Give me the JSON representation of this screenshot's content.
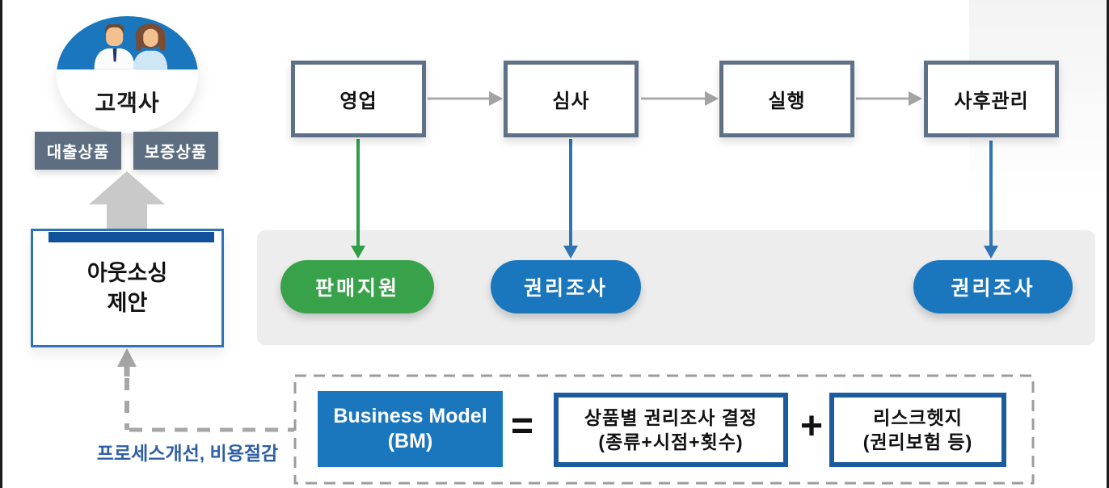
{
  "colors": {
    "blue": "#1a76bd",
    "green": "#38a24a",
    "navy": "#11519a",
    "navy2": "#1b5b9e",
    "slate": "#5d6e82",
    "step-border": "#5f7187",
    "border-blue": "#2e74b5",
    "note-blue": "#2f5fa5",
    "arrow-gray": "#a6a6a6",
    "big-arrow-gray": "#c9c9c9",
    "band-gray": "#ededed"
  },
  "customer": {
    "label": "고객사",
    "products": [
      "대출상품",
      "보증상품"
    ]
  },
  "outsourcing": {
    "line1": "아웃소싱",
    "line2": "제안",
    "note": "프로세스개선, 비용절감"
  },
  "flow": {
    "steps": [
      "영업",
      "심사",
      "실행",
      "사후관리"
    ]
  },
  "supports": {
    "sales_support": "판매지원",
    "rights_check_1": "권리조사",
    "rights_check_2": "권리조사"
  },
  "formula": {
    "bm_line1": "Business Model",
    "bm_line2": "(BM)",
    "equals": "=",
    "decision_line1": "상품별 권리조사 결정",
    "decision_line2": "(종류+시점+횟수)",
    "plus": "+",
    "hedge_line1": "리스크헷지",
    "hedge_line2": "(권리보험 등)"
  }
}
